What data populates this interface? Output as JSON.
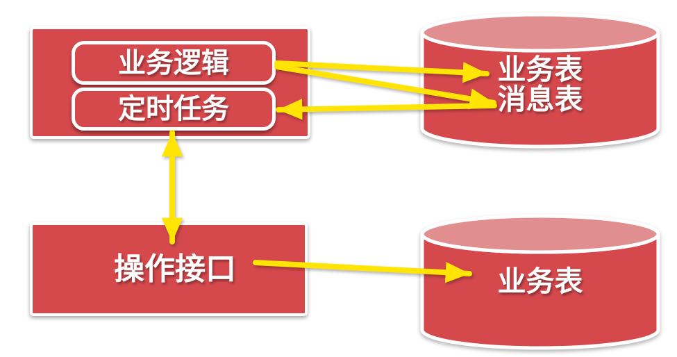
{
  "diagram": {
    "background": "#ffffff",
    "colors": {
      "shape_red": "#d5494d",
      "cylinder_top_pink": "#e18e90",
      "border_white": "#ffffff",
      "arrow_yellow": "#ffe405",
      "label_white": "#ffffff"
    },
    "app_box": {
      "modules": [
        {
          "label": "业务逻辑"
        },
        {
          "label": "定时任务"
        }
      ]
    },
    "operation_box": {
      "label": "操作接口"
    },
    "databases": {
      "top": {
        "rows": [
          "业务表",
          "消息表"
        ]
      },
      "bottom": {
        "rows": [
          "业务表"
        ]
      }
    },
    "arrows": [
      {
        "from": "业务逻辑",
        "to": "业务表",
        "heads": "end"
      },
      {
        "from": "业务逻辑",
        "to": "消息表",
        "heads": "end"
      },
      {
        "from": "消息表",
        "to": "定时任务",
        "heads": "end"
      },
      {
        "from": "定时任务",
        "to": "操作接口",
        "heads": "both"
      },
      {
        "from": "操作接口",
        "to": "业务表",
        "heads": "end"
      }
    ]
  }
}
